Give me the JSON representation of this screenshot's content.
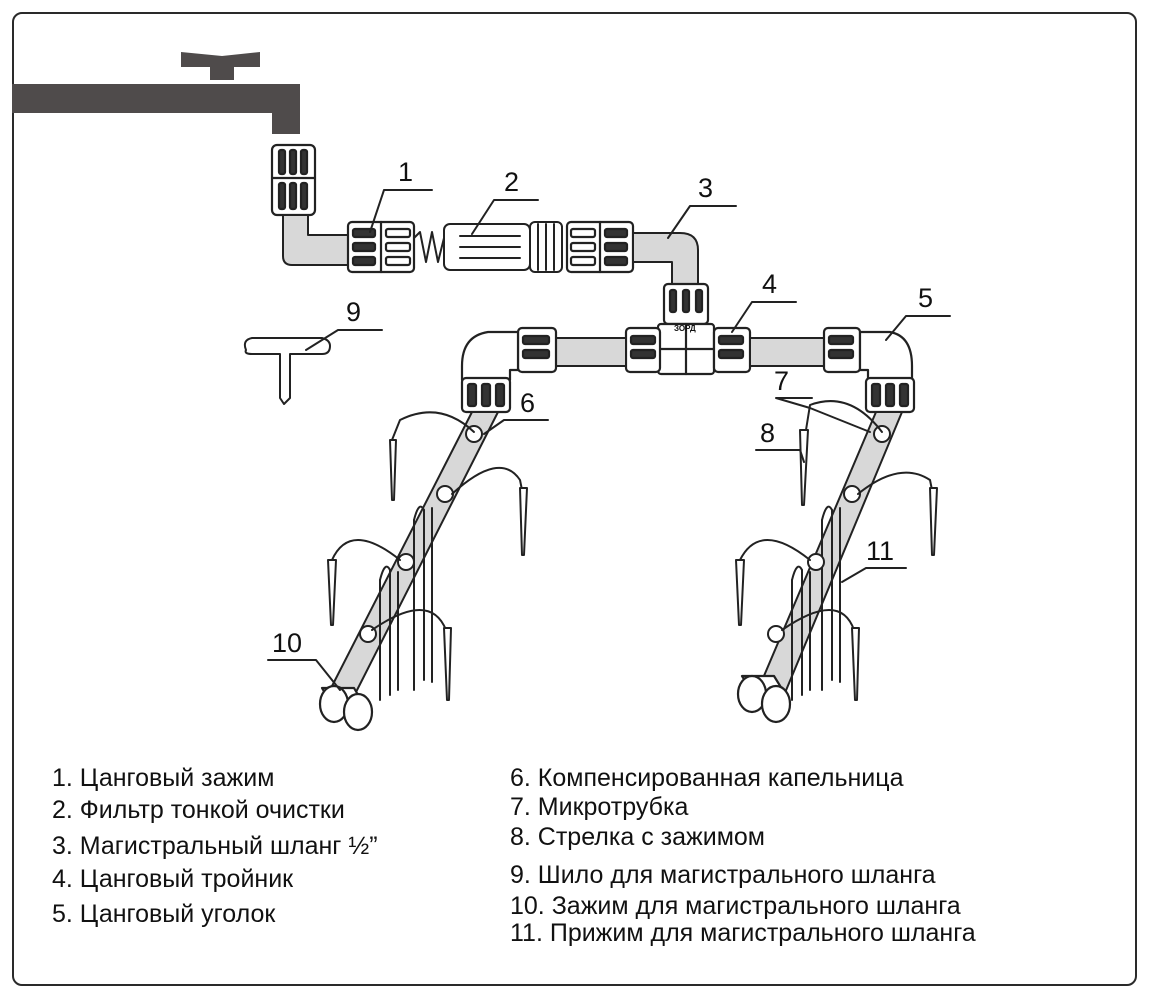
{
  "callouts": [
    "1",
    "2",
    "3",
    "4",
    "5",
    "6",
    "7",
    "8",
    "9",
    "10",
    "11"
  ],
  "fitting_label": "ЗОРД",
  "legend_left": [
    "1. Цанговый зажим",
    "2. Фильтр тонкой очистки",
    "3. Магистральный шланг ½”",
    "4. Цанговый тройник",
    "5. Цанговый уголок"
  ],
  "legend_right": [
    "6. Компенсированная капельница",
    "7. Микротрубка",
    "8. Стрелка с зажимом",
    "9. Шило для магистрального шланга",
    "10. Зажим для магистрального шланга",
    "11. Прижим для магистрального шланга"
  ],
  "colors": {
    "outline": "#222222",
    "tap": "#4f4b4b",
    "hose": "#d8d8d8",
    "fitting": "#ffffff",
    "dark": "#333333"
  }
}
